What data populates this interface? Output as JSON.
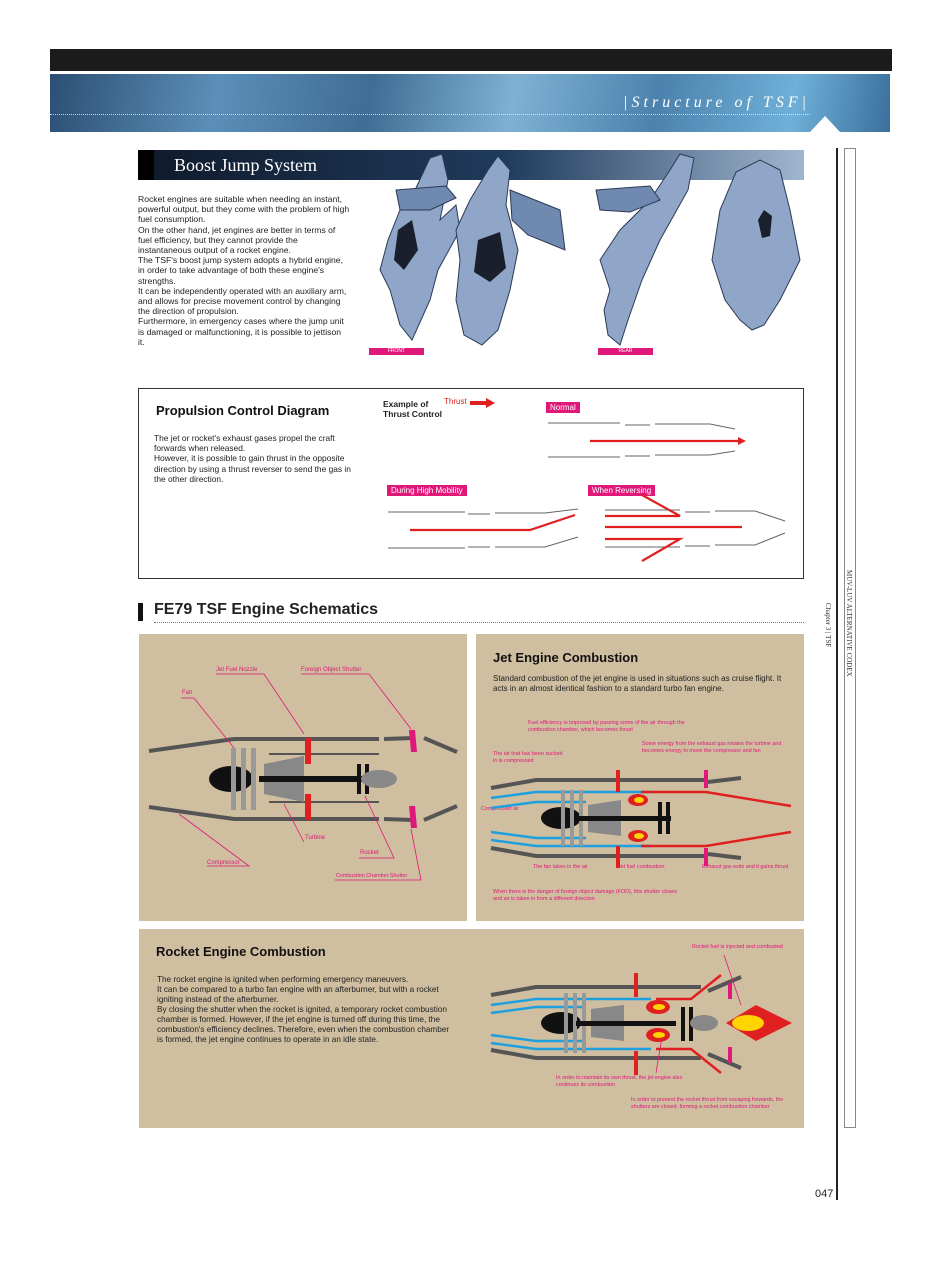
{
  "header": {
    "section_title": "|Structure of TSF|"
  },
  "boost": {
    "title": "Boost Jump System",
    "paragraphs": [
      "Rocket engines are suitable when needing an instant, powerful output, but they come with the problem of high fuel consumption.",
      "On the other hand, jet engines are better in terms of fuel efficiency, but they cannot provide the instantaneous output of a rocket engine.",
      "The TSF's boost jump system adopts a hybrid engine, in order to take advantage of both these engine's strengths.",
      "It can be independently operated with an auxiliary arm, and allows for precise movement control by changing the direction of propulsion.",
      "Furthermore, in emergency cases where the jump unit is damaged or malfunctioning, it is possible to jettison it."
    ],
    "tag_front": "FRONT",
    "tag_rear": "REAR"
  },
  "propulsion": {
    "title": "Propulsion Control Diagram",
    "paragraphs": [
      "The jet or rocket's exhaust gases propel the craft forwards when released.",
      "However, it is possible to gain thrust in the opposite direction by using a thrust reverser to send the gas in the other direction."
    ],
    "example_line1": "Example of",
    "example_line2": "Thrust Control",
    "thrust_label": "Thrust",
    "normal_label": "Normal",
    "mobility_label": "During High Mobility",
    "reversing_label": "When Reversing"
  },
  "schematics": {
    "title": "FE79 TSF Engine Schematics",
    "labels": {
      "jet_fuel_nozzle": "Jet Fuel Nozzle",
      "foreign_object_shutter": "Foreign Object Shutter",
      "fan": "Fan",
      "turbine": "Turbine",
      "rocket": "Rocket",
      "compressor": "Compressor",
      "combustion_chamber_shutter": "Combustion Chamber Shutter"
    }
  },
  "jet": {
    "title": "Jet Engine Combustion",
    "text": "Standard combustion of the jet engine is used in situations such as cruise flight. It acts in an almost identical fashion to a standard turbo fan engine.",
    "note_fuel_efficiency": "Fuel efficiency is improved by passing some of the air through the combustion chamber, which becomes thrust",
    "note_some_energy": "Some energy from the exhaust gas rotates the turbine and becomes energy to move the compressor and fan",
    "note_air_sucked": "The air that has been sucked in is compressed",
    "note_compressed": "Compressed air",
    "note_fan_takes": "The fan takes in the air",
    "note_jet_fuel": "Jet fuel combustion",
    "note_exhaust": "Exhaust gas exits and it gains thrust",
    "note_fod": "When there is the danger of foreign object damage (FOD), this shutter closes and air is taken in from a different direction"
  },
  "rocket": {
    "title": "Rocket Engine Combustion",
    "paragraphs": [
      "The rocket engine is ignited when performing emergency maneuvers.",
      "It can be compared to a turbo fan engine with an afterburner, but with a rocket igniting instead of the afterburner.",
      "By closing the shutter when the rocket is ignited, a temporary rocket combustion chamber is formed. However, if the jet engine is turned off during this time, the combustion's efficiency declines. Therefore, even when the combustion chamber is formed, the jet engine continues to operate in an idle state."
    ],
    "note_injected": "Rocket fuel is injected and combusted",
    "note_maintain": "In order to maintain its own thrust, the jet engine also continues its combustion",
    "note_prevent": "In order to prevent the rocket thrust from escaping forwards, the shutters are closed, forming a rocket combustion chamber"
  },
  "sidebar": {
    "title": "MUV-LUV ALTERNATIVE CODEX",
    "chapter": "Chapter 3 | TSF"
  },
  "page": {
    "number": "047"
  },
  "colors": {
    "accent_pink": "#e0187a",
    "thrust_red": "#e02020",
    "air_blue": "#1ea0e0",
    "panel_tan": "#cfbe9f"
  }
}
